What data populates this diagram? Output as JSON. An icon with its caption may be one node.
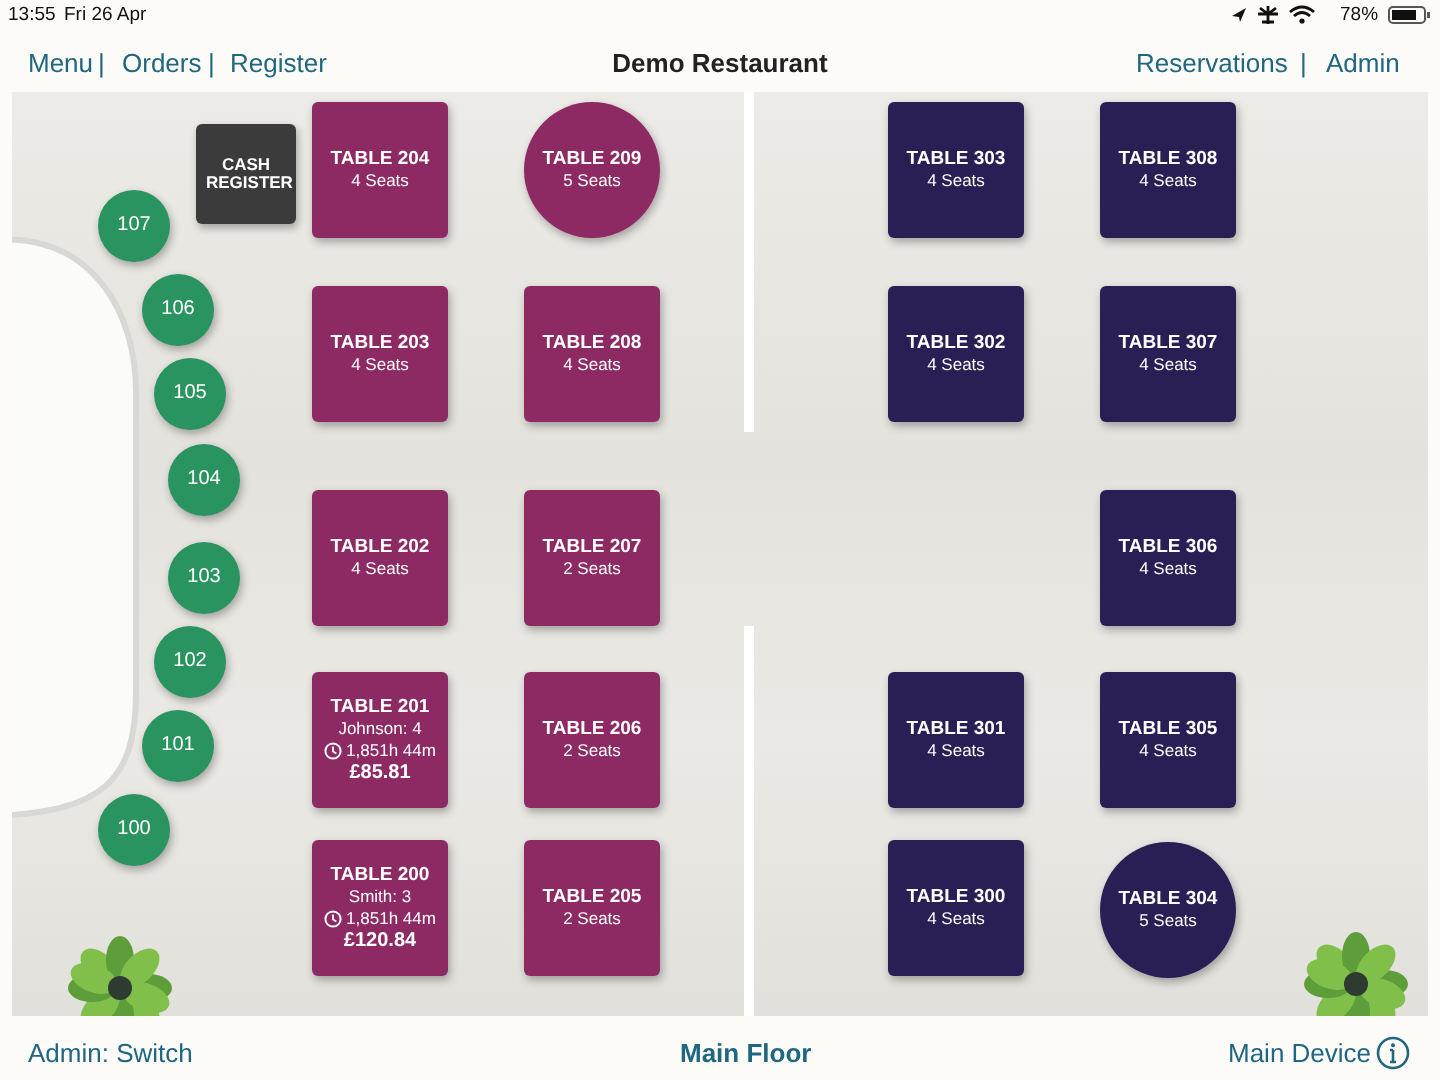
{
  "diagram": {
    "title": "Demo Restaurant",
    "nodes": [
      {
        "text": [
          "CASH REGISTER"
        ]
      },
      {
        "text": [
          "TABLE 204",
          "4 Seats"
        ]
      },
      {
        "text": [
          "TABLE 209",
          "5 Seats"
        ]
      },
      {
        "text": [
          "TABLE 303",
          "4 Seats"
        ]
      },
      {
        "text": [
          "TABLE 308",
          "4 Seats"
        ]
      },
      {
        "text": [
          "107"
        ]
      },
      {
        "text": [
          "106"
        ]
      },
      {
        "text": [
          "TABLE 203",
          "4 Seats"
        ]
      },
      {
        "text": [
          "TABLE 208",
          "4 Seats"
        ]
      },
      {
        "text": [
          "TABLE 302",
          "4 Seats"
        ]
      },
      {
        "text": [
          "TABLE 307",
          "4 Seats"
        ]
      },
      {
        "text": [
          "105"
        ]
      },
      {
        "text": [
          "104"
        ]
      },
      {
        "text": [
          "TABLE 202",
          "4 Seats"
        ]
      },
      {
        "text": [
          "TABLE 207",
          "2 Seats"
        ]
      },
      {
        "text": [
          "TABLE 306",
          "4 Seats"
        ]
      },
      {
        "text": [
          "103"
        ]
      },
      {
        "text": [
          "102"
        ]
      },
      {
        "text": [
          "TABLE 201",
          "Johnson: 4",
          "1,851h 44m",
          "£85.81"
        ]
      },
      {
        "text": [
          "TABLE 206",
          "2 Seats"
        ]
      },
      {
        "text": [
          "TABLE 301",
          "4 Seats"
        ]
      },
      {
        "text": [
          "TABLE 305",
          "4 Seats"
        ]
      },
      {
        "text": [
          "101"
        ]
      },
      {
        "text": [
          "100"
        ]
      },
      {
        "text": [
          "TABLE 200",
          "Smith: 3",
          "1,851h 44m",
          "£120.84"
        ]
      },
      {
        "text": [
          "TABLE 205",
          "2 Seats"
        ]
      },
      {
        "text": [
          "TABLE 300",
          "4 Seats"
        ]
      },
      {
        "text": [
          "TABLE 304",
          "5 Seats"
        ]
      }
    ],
    "labels": [
      "13:55",
      "Fri 26 Apr",
      "78%",
      "Menu",
      "|",
      "Orders",
      "|",
      "Register",
      "Reservations",
      "|",
      "Admin",
      "Admin: Switch",
      "Main Floor",
      "Main Device"
    ]
  }
}
